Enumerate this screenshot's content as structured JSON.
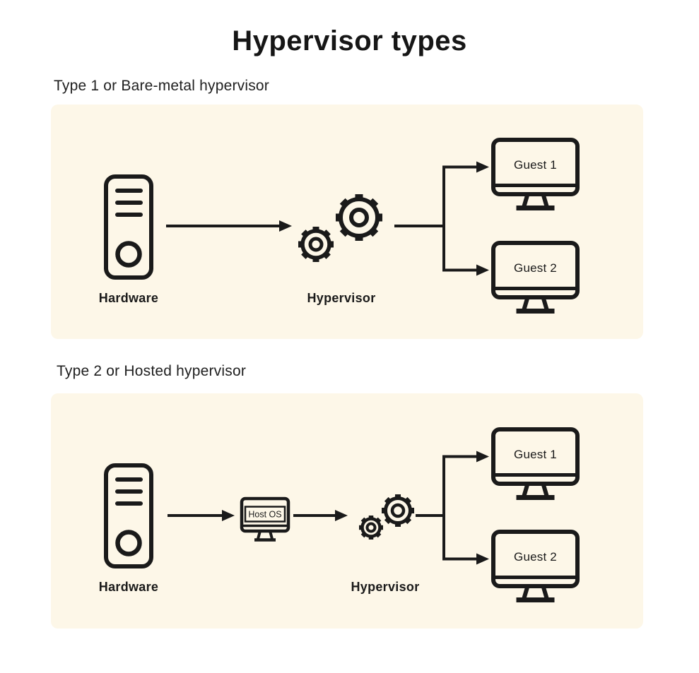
{
  "title": "Hypervisor types",
  "colors": {
    "panel_background": "#FDF7E8",
    "ink": "#1A1A1A",
    "page_background": "#FFFFFF"
  },
  "sections": [
    {
      "heading": "Type 1 or Bare-metal hypervisor",
      "hardware_label": "Hardware",
      "hypervisor_label": "Hypervisor",
      "guests": [
        "Guest 1",
        "Guest 2"
      ]
    },
    {
      "heading": "Type 2 or Hosted hypervisor",
      "hardware_label": "Hardware",
      "host_os_label": "Host OS",
      "hypervisor_label": "Hypervisor",
      "guests": [
        "Guest 1",
        "Guest 2"
      ]
    }
  ]
}
